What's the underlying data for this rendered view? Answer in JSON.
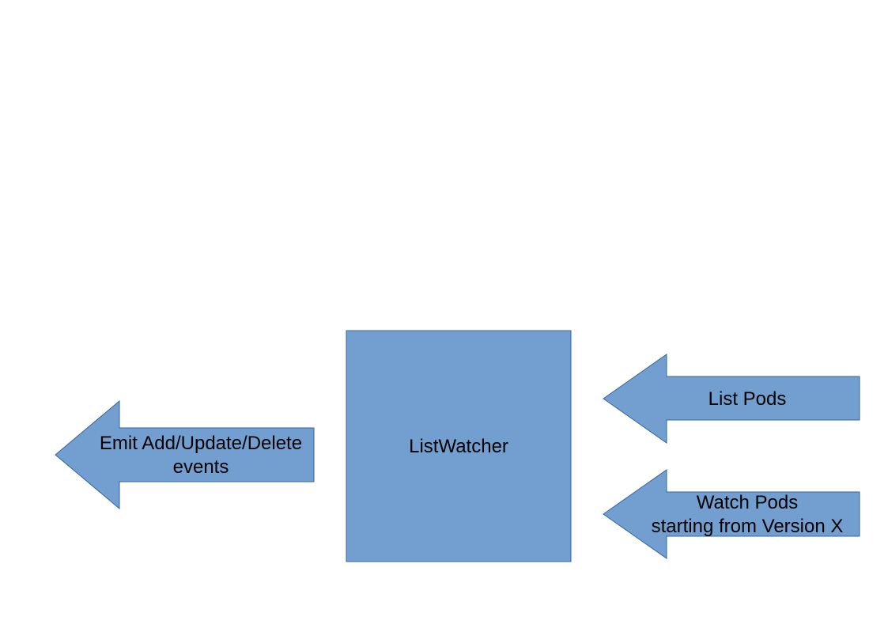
{
  "diagram": {
    "center_box": {
      "label": "ListWatcher"
    },
    "output_arrow": {
      "line1": "Emit Add/Update/Delete",
      "line2": "events"
    },
    "list_arrow": {
      "label": "List Pods"
    },
    "watch_arrow": {
      "line1": "Watch Pods",
      "line2": "starting from Version X"
    }
  },
  "colors": {
    "shape_fill": "#729fcf",
    "shape_stroke": "#3465a4",
    "text": "#000000",
    "background": "#ffffff"
  }
}
